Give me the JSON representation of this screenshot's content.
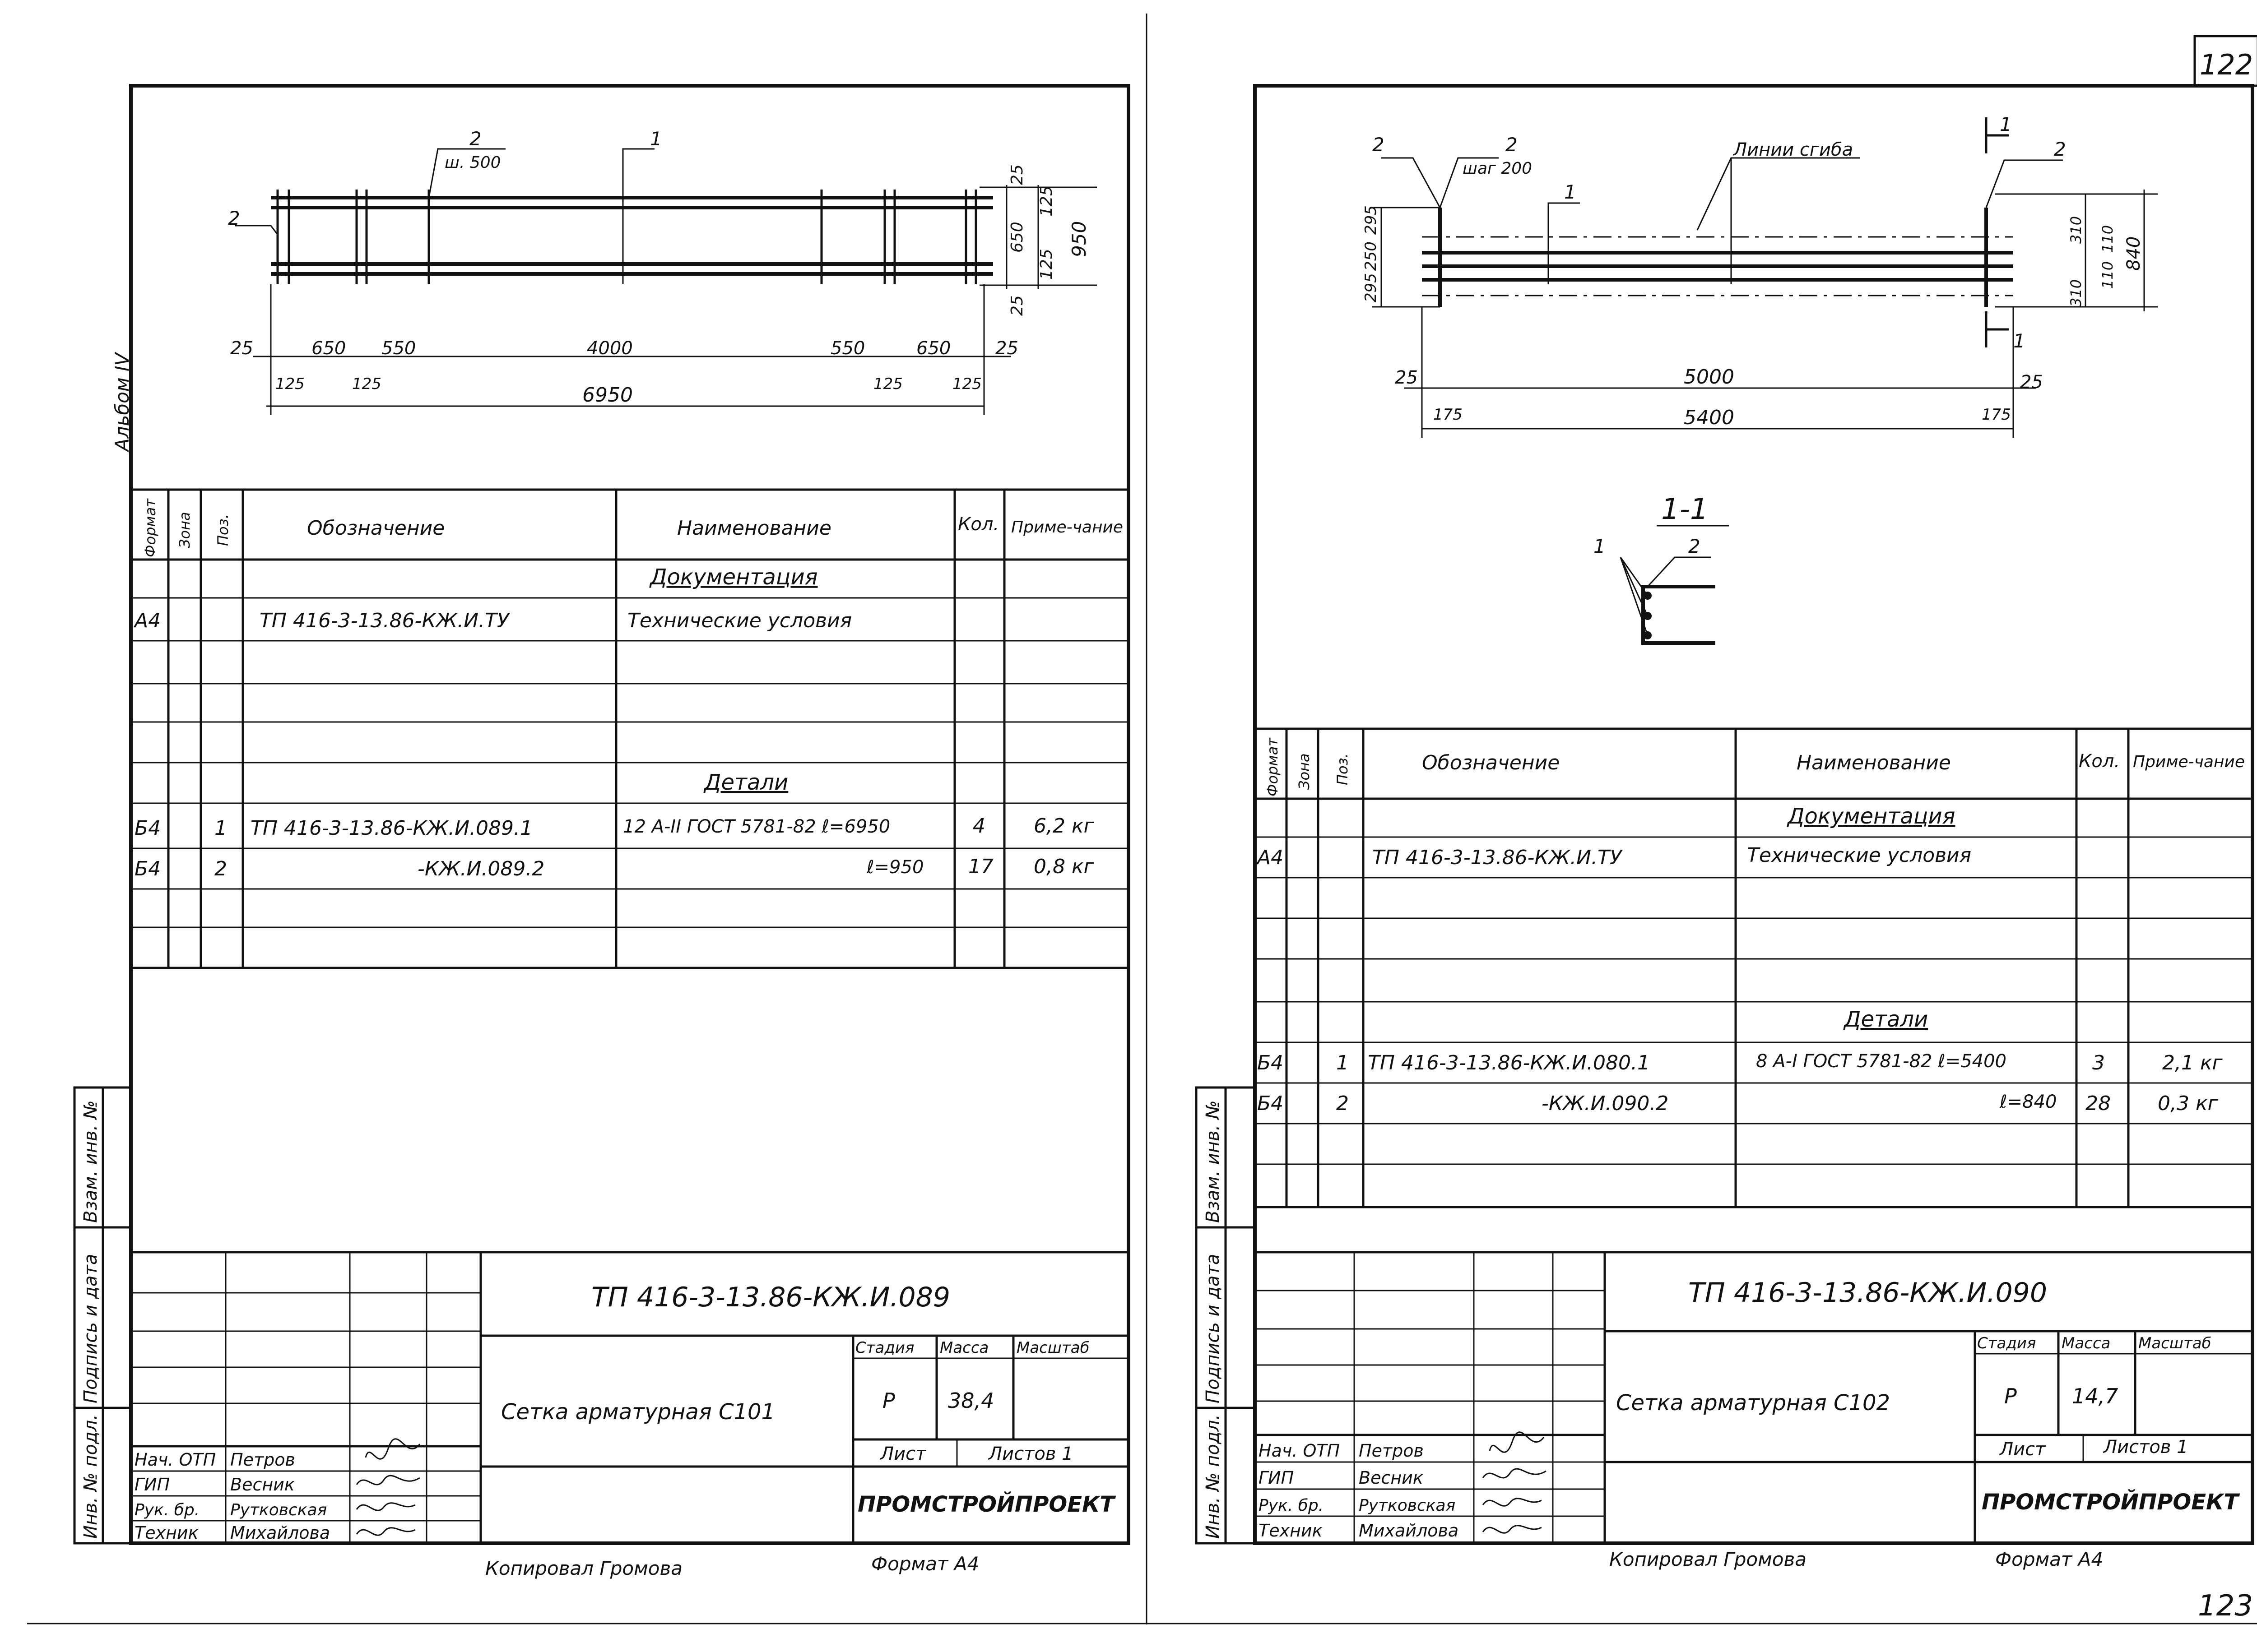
{
  "page_numbers": {
    "top": "122",
    "bottom": "123"
  },
  "left_sheet": {
    "album_label": "Альбом IV",
    "side_stamps": [
      "Инв. № подл.",
      "Подпись и дата",
      "Взам. инв. №"
    ],
    "drawing": {
      "marks": {
        "pos1": "1",
        "pos2a": "2",
        "pos2b": "2",
        "step": "ш. 500"
      },
      "bottom_dims": [
        "25",
        "650",
        "550",
        "4000",
        "550",
        "650",
        "25"
      ],
      "bottom_small_dims": [
        "125",
        "125",
        "125",
        "125"
      ],
      "overall_length": "6950",
      "right_dims": [
        "25",
        "125",
        "650",
        "125",
        "25"
      ],
      "overall_height": "950"
    },
    "spec_headers": {
      "format": "Формат",
      "zone": "Зона",
      "pos": "Поз.",
      "designation": "Обозначение",
      "name": "Наименование",
      "qty": "Кол.",
      "note": "Приме-чание"
    },
    "spec_rows": [
      {
        "format": "",
        "pos": "",
        "designation": "",
        "name": "Документация",
        "qty": "",
        "note": "",
        "section": true
      },
      {
        "format": "А4",
        "pos": "",
        "designation": "ТП 416-3-13.86-КЖ.И.ТУ",
        "name": "Технические условия",
        "qty": "",
        "note": ""
      },
      {
        "format": "",
        "pos": "",
        "designation": "",
        "name": "",
        "qty": "",
        "note": ""
      },
      {
        "format": "",
        "pos": "",
        "designation": "",
        "name": "",
        "qty": "",
        "note": ""
      },
      {
        "format": "",
        "pos": "",
        "designation": "",
        "name": "Детали",
        "qty": "",
        "note": "",
        "section": true
      },
      {
        "format": "Б4",
        "pos": "1",
        "designation": "ТП 416-3-13.86-КЖ.И.089.1",
        "name": "12 А-II ГОСТ 5781-82   ℓ=6950",
        "qty": "4",
        "note": "6,2 кг"
      },
      {
        "format": "Б4",
        "pos": "2",
        "designation": "-КЖ.И.089.2",
        "name": "ℓ=950",
        "qty": "17",
        "note": "0,8 кг"
      },
      {
        "format": "",
        "pos": "",
        "designation": "",
        "name": "",
        "qty": "",
        "note": ""
      }
    ],
    "title_block": {
      "code": "ТП 416-3-13.86-КЖ.И.089",
      "title": "Сетка арматурная С101",
      "stage_label": "Стадия",
      "mass_label": "Масса",
      "scale_label": "Масштаб",
      "stage": "Р",
      "mass": "38,4",
      "sheet_label": "Лист",
      "sheets_label": "Листов 1",
      "org": "ПРОМСТРОЙПРОЕКТ",
      "people": [
        {
          "role": "Нач. ОТП",
          "name": "Петров"
        },
        {
          "role": "ГИП",
          "name": "Весник"
        },
        {
          "role": "Рук. бр.",
          "name": "Рутковская"
        },
        {
          "role": "Техник",
          "name": "Михайлова"
        }
      ]
    },
    "copied_by": "Копировал Громова",
    "format_label": "Формат А4"
  },
  "right_sheet": {
    "side_stamps": [
      "Инв. № подл.",
      "Подпись и дата",
      "Взам. инв. №"
    ],
    "drawing": {
      "marks": {
        "pos2a": "2",
        "pos2b": "2",
        "pos2c": "2",
        "pos1": "1",
        "step": "шаг 200",
        "bend_lines": "Линии сгиба",
        "sec1": "1",
        "sec2": "1"
      },
      "left_dims": [
        "295",
        "250",
        "295"
      ],
      "right_dims": [
        "310",
        "110",
        "110",
        "310"
      ],
      "overall_height": "840",
      "bottom_dims": [
        "25",
        "5000",
        "25"
      ],
      "bottom_small_dims": [
        "175",
        "175"
      ],
      "overall_length": "5400",
      "section_title": "1-1",
      "section_marks": [
        "1",
        "2"
      ]
    },
    "spec_headers": {
      "format": "Формат",
      "zone": "Зона",
      "pos": "Поз.",
      "designation": "Обозначение",
      "name": "Наименование",
      "qty": "Кол.",
      "note": "Приме-чание"
    },
    "spec_rows": [
      {
        "format": "",
        "pos": "",
        "designation": "",
        "name": "Документация",
        "qty": "",
        "note": "",
        "section": true
      },
      {
        "format": "А4",
        "pos": "",
        "designation": "ТП 416-3-13.86-КЖ.И.ТУ",
        "name": "Технические условия",
        "qty": "",
        "note": ""
      },
      {
        "format": "",
        "pos": "",
        "designation": "",
        "name": "",
        "qty": "",
        "note": ""
      },
      {
        "format": "",
        "pos": "",
        "designation": "",
        "name": "",
        "qty": "",
        "note": ""
      },
      {
        "format": "",
        "pos": "",
        "designation": "",
        "name": "Детали",
        "qty": "",
        "note": "",
        "section": true
      },
      {
        "format": "Б4",
        "pos": "1",
        "designation": "ТП 416-3-13.86-КЖ.И.080.1",
        "name": "8 А-I ГОСТ 5781-82   ℓ=5400",
        "qty": "3",
        "note": "2,1 кг"
      },
      {
        "format": "Б4",
        "pos": "2",
        "designation": "-КЖ.И.090.2",
        "name": "ℓ=840",
        "qty": "28",
        "note": "0,3 кг"
      },
      {
        "format": "",
        "pos": "",
        "designation": "",
        "name": "",
        "qty": "",
        "note": ""
      },
      {
        "format": "",
        "pos": "",
        "designation": "",
        "name": "",
        "qty": "",
        "note": ""
      }
    ],
    "title_block": {
      "code": "ТП 416-3-13.86-КЖ.И.090",
      "title": "Сетка арматурная С102",
      "stage_label": "Стадия",
      "mass_label": "Масса",
      "scale_label": "Масштаб",
      "stage": "Р",
      "mass": "14,7",
      "sheet_label": "Лист",
      "sheets_label": "Листов 1",
      "org": "ПРОМСТРОЙПРОЕКТ",
      "people": [
        {
          "role": "Нач. ОТП",
          "name": "Петров"
        },
        {
          "role": "ГИП",
          "name": "Весник"
        },
        {
          "role": "Рук. бр.",
          "name": "Рутковская"
        },
        {
          "role": "Техник",
          "name": "Михайлова"
        }
      ]
    },
    "copied_by": "Копировал Громова",
    "format_label": "Формат А4"
  }
}
